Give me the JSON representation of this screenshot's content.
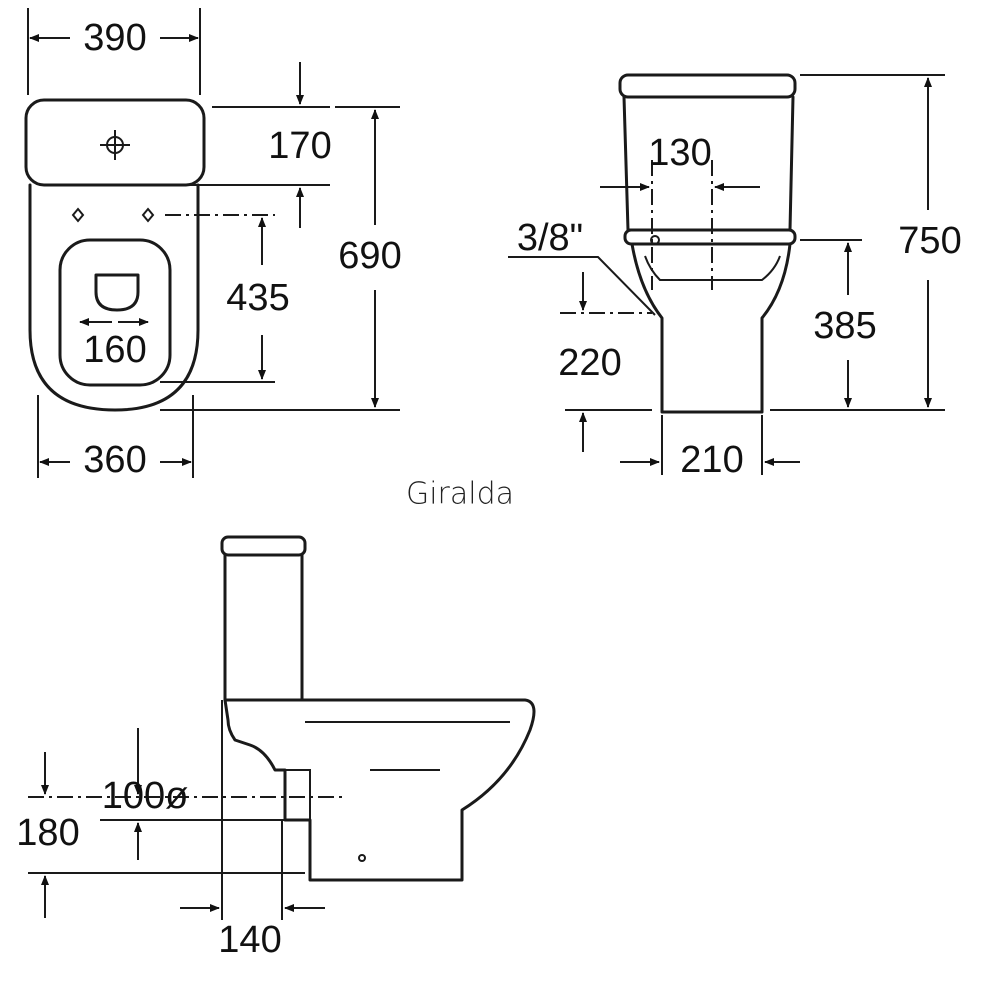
{
  "title": "Giralda",
  "top_view": {
    "width_tank": "390",
    "tank_depth": "170",
    "total_depth": "690",
    "fixing_distance": "435",
    "outlet_width": "160",
    "bowl_width": "360"
  },
  "front_view": {
    "inlet_offset": "130",
    "inlet_size": "3/8\"",
    "total_height": "750",
    "seat_height": "385",
    "inlet_height": "220",
    "base_width": "210"
  },
  "side_view": {
    "outlet_diameter": "100ø",
    "outlet_height": "180",
    "wall_distance": "140"
  }
}
